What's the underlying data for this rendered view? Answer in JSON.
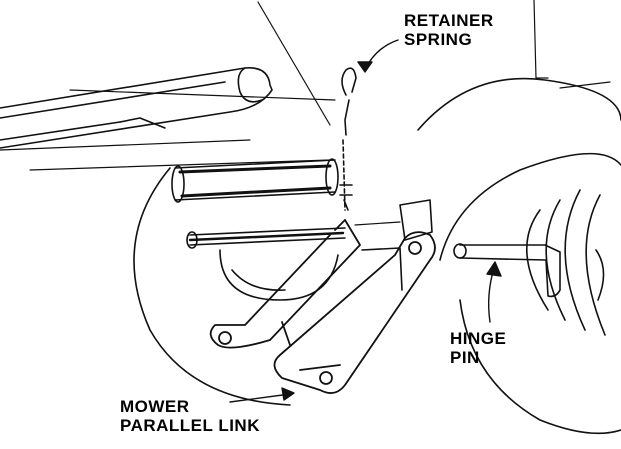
{
  "figure": {
    "labels": {
      "retainer_spring_line1": "RETAINER",
      "retainer_spring_line2": "SPRING",
      "hinge_pin_line1": "HINGE",
      "hinge_pin_line2": "PIN",
      "mower_link_line1": "MOWER",
      "mower_link_line2": "PARALLEL LINK"
    },
    "ink_color": "#111111",
    "background": "#ffffff"
  }
}
